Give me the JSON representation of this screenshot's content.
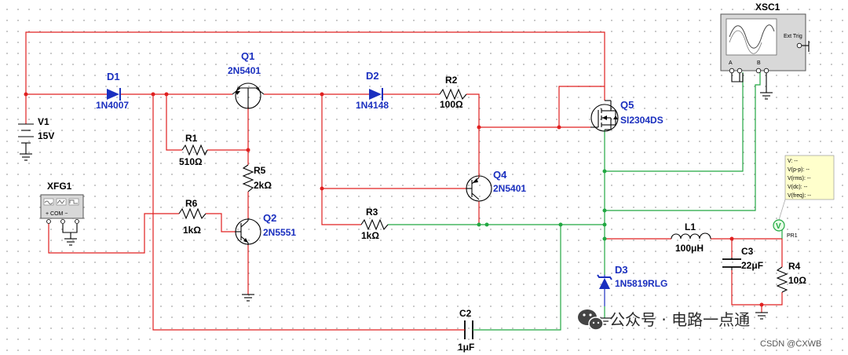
{
  "components": {
    "D1": {
      "ref": "D1",
      "value": "1N4007"
    },
    "Q1": {
      "ref": "Q1",
      "value": "2N5401"
    },
    "D2": {
      "ref": "D2",
      "value": "1N4148"
    },
    "R2": {
      "ref": "R2",
      "value": "100Ω"
    },
    "Q5": {
      "ref": "Q5",
      "value": "SI2304DS"
    },
    "V1": {
      "ref": "V1",
      "value": "15V"
    },
    "R1": {
      "ref": "R1",
      "value": "510Ω"
    },
    "R5": {
      "ref": "R5",
      "value": "2kΩ"
    },
    "Q4": {
      "ref": "Q4",
      "value": "2N5401"
    },
    "XFG1": {
      "ref": "XFG1",
      "pins": "+  COM  −"
    },
    "R6": {
      "ref": "R6",
      "value": "1kΩ"
    },
    "Q2": {
      "ref": "Q2",
      "value": "2N5551"
    },
    "R3": {
      "ref": "R3",
      "value": "1kΩ"
    },
    "L1": {
      "ref": "L1",
      "value": "100μH"
    },
    "C3": {
      "ref": "C3",
      "value": "22μF"
    },
    "R4": {
      "ref": "R4",
      "value": "10Ω"
    },
    "D3": {
      "ref": "D3",
      "value": "1N5819RLG"
    },
    "C2": {
      "ref": "C2",
      "value": "1μF"
    },
    "XSC1": {
      "ref": "XSC1",
      "ext_trig": "Ext Trig",
      "pin_a": "A",
      "pin_b": "B"
    },
    "PR1": {
      "ref": "PR1",
      "readouts": [
        "V: --",
        "V(p-p): --",
        "V(rms): --",
        "V(dc): --",
        "V(freq): --"
      ]
    }
  },
  "watermark": {
    "text": "公众号 · 电路一点通",
    "credit": "CSDN @CXWB"
  },
  "colors": {
    "wire_red": "#e02020",
    "wire_green": "#22a842",
    "ref_blue": "#1a2fbf",
    "wechat_icon": "wechat-icon"
  }
}
